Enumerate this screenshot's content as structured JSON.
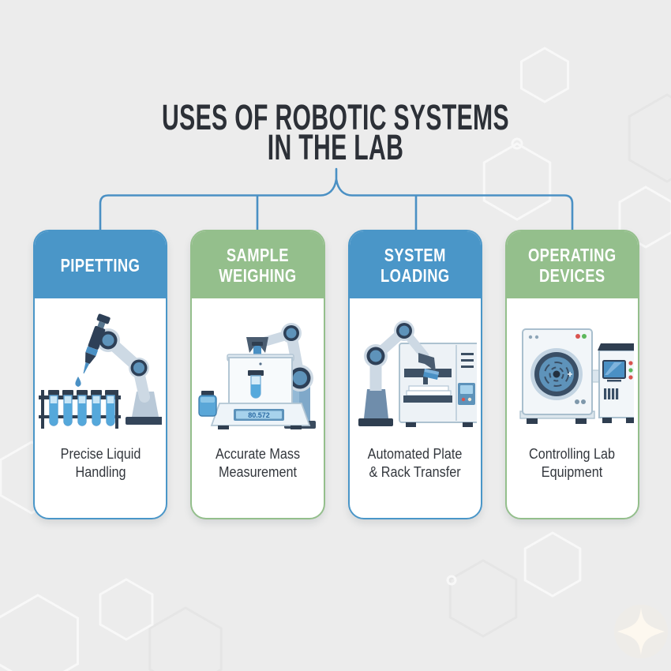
{
  "title": {
    "line1": "USES OF ROBOTIC SYSTEMS",
    "line2": "IN THE LAB"
  },
  "colors": {
    "background": "#ececec",
    "card_background": "#ffffff",
    "header_blue": "#4a96c8",
    "header_green": "#94bf8c",
    "connector_blue": "#4a90c4",
    "title_text": "#2c3037",
    "description_text": "#33373d",
    "header_text": "#ffffff",
    "illustration_navy": "#2e4057",
    "illustration_steel_blue": "#5e93ba",
    "illustration_light_arm": "#cdd9e4",
    "illustration_bright_blue": "#4a90c4"
  },
  "cards": [
    {
      "header_lines": [
        "PIPETTING"
      ],
      "accent": "blue",
      "icon": "pipetting-robot-arm-icon",
      "description_lines": [
        "Precise Liquid",
        "Handling"
      ]
    },
    {
      "header_lines": [
        "SAMPLE",
        "WEIGHING"
      ],
      "accent": "green",
      "icon": "weighing-robot-arm-icon",
      "description_lines": [
        "Accurate Mass",
        "Measurement"
      ]
    },
    {
      "header_lines": [
        "SYSTEM",
        "LOADING"
      ],
      "accent": "blue",
      "icon": "plate-loading-robot-icon",
      "description_lines": [
        "Automated Plate",
        "& Rack Transfer"
      ]
    },
    {
      "header_lines": [
        "OPERATING",
        "DEVICES"
      ],
      "accent": "green",
      "icon": "lab-equipment-control-icon",
      "description_lines": [
        "Controlling Lab",
        "Equipment"
      ]
    }
  ],
  "illustration_values": {
    "balance_display": "80.572"
  }
}
